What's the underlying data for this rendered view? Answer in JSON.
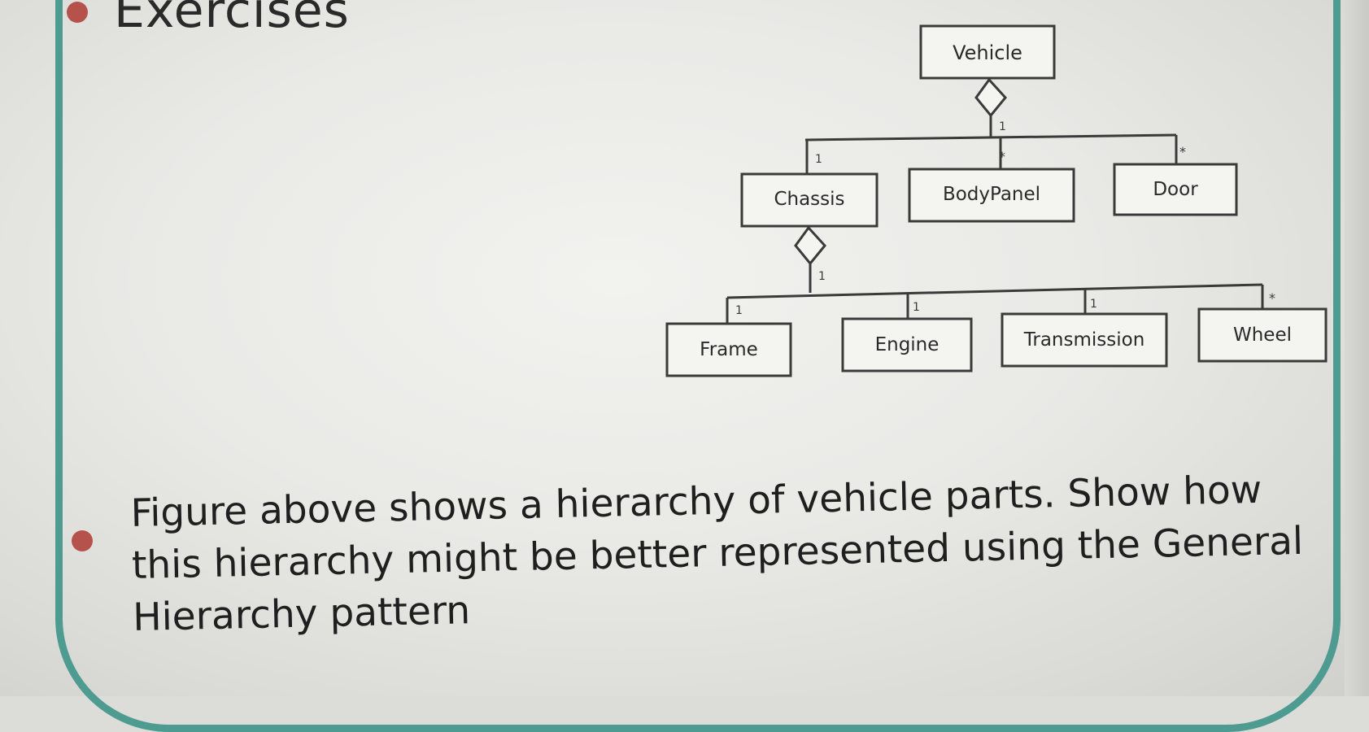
{
  "slide": {
    "heading": "Exercises",
    "body": "Figure above shows a hierarchy of vehicle parts. Show how this hierarchy might be better represented using the General Hierarchy pattern"
  },
  "diagram": {
    "classes": {
      "vehicle": "Vehicle",
      "chassis": "Chassis",
      "bodypanel": "BodyPanel",
      "door": "Door",
      "frame": "Frame",
      "engine": "Engine",
      "transmission": "Transmission",
      "wheel": "Wheel"
    },
    "multiplicities": {
      "vehicle_whole": "1",
      "chassis_part": "1",
      "bodypanel_part": "*",
      "door_part": "*",
      "chassis_whole": "1",
      "frame_part": "1",
      "engine_part": "1",
      "transmission_part": "1",
      "wheel_part": "*"
    }
  },
  "colors": {
    "frame_teal": "#4e9c91",
    "bullet_red": "#b6524c",
    "diagram_ink": "#3a3a3a"
  }
}
